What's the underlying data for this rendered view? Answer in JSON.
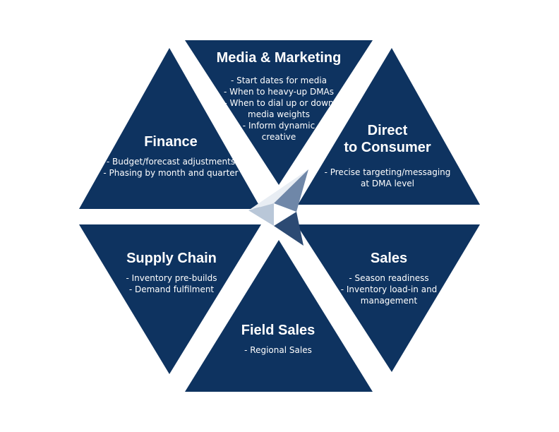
{
  "colors": {
    "segment": "#0e3360",
    "background": "#ffffff"
  },
  "segments": [
    {
      "id": "media-marketing",
      "title_lines": [
        "Media & Marketing"
      ],
      "bullets": [
        "- Start dates for media",
        "- When to heavy-up DMAs",
        "- When to dial up or down",
        "media weights",
        "- Inform dynamic",
        "creative"
      ]
    },
    {
      "id": "direct-consumer",
      "title_lines": [
        "Direct",
        "to Consumer"
      ],
      "bullets": [
        "- Precise targeting/messaging",
        "at DMA level"
      ]
    },
    {
      "id": "sales",
      "title_lines": [
        "Sales"
      ],
      "bullets": [
        "- Season readiness",
        "- Inventory load-in and",
        "management"
      ]
    },
    {
      "id": "field-sales",
      "title_lines": [
        "Field Sales"
      ],
      "bullets": [
        "- Regional Sales"
      ]
    },
    {
      "id": "supply-chain",
      "title_lines": [
        "Supply Chain"
      ],
      "bullets": [
        "- Inventory pre-builds",
        "- Demand fulfilment"
      ]
    },
    {
      "id": "finance",
      "title_lines": [
        "Finance"
      ],
      "bullets": [
        "- Budget/forecast adjustments",
        "- Phasing by month and quarter"
      ]
    }
  ]
}
